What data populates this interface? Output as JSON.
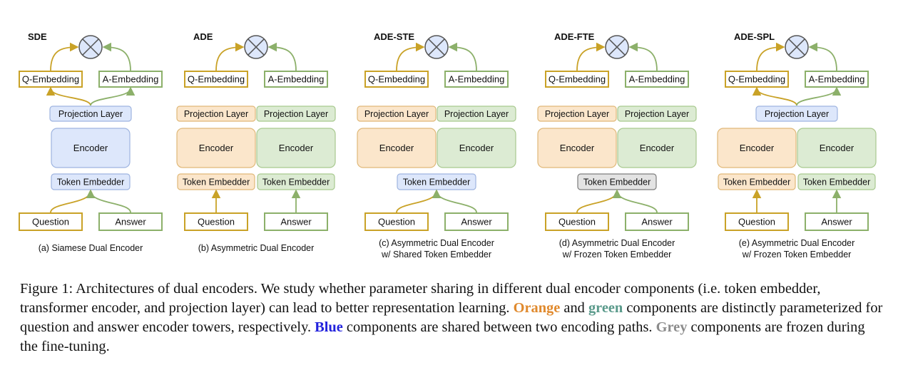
{
  "labels": {
    "q_emb": "Q-Embedding",
    "a_emb": "A-Embedding",
    "proj": "Projection Layer",
    "encoder": "Encoder",
    "token": "Token Embedder",
    "question": "Question",
    "answer": "Answer"
  },
  "colors": {
    "gold_border": "#c9a227",
    "green_border": "#8cb06a",
    "orange_fill": "#fbe6cb",
    "orange_border": "#e0b878",
    "green_fill": "#dcebd3",
    "green_border_soft": "#a8c98e",
    "blue_fill": "#dde7fb",
    "blue_border": "#9eb4e0",
    "grey_fill": "#e3e3e3",
    "grey_border": "#7d7d7d"
  },
  "panels": [
    {
      "id": "sde",
      "title": "SDE",
      "caption": [
        "(a) Siamese Dual Encoder"
      ],
      "proj": "shared",
      "encoder": "shared",
      "token": "shared"
    },
    {
      "id": "ade",
      "title": "ADE",
      "caption": [
        "(b) Asymmetric Dual Encoder"
      ],
      "proj": "split",
      "encoder": "split",
      "token": "split"
    },
    {
      "id": "ade-ste",
      "title": "ADE-STE",
      "caption": [
        "(c) Asymmetric Dual Encoder",
        "w/ Shared Token Embedder"
      ],
      "proj": "split",
      "encoder": "split",
      "token": "shared"
    },
    {
      "id": "ade-fte",
      "title": "ADE-FTE",
      "caption": [
        "(d) Asymmetric Dual Encoder",
        "w/ Frozen Token Embedder"
      ],
      "proj": "split",
      "encoder": "split",
      "token": "frozen"
    },
    {
      "id": "ade-spl",
      "title": "ADE-SPL",
      "caption": [
        "(e) Asymmetric Dual Encoder",
        "w/ Frozen Token Embedder"
      ],
      "proj": "shared",
      "encoder": "split",
      "token": "split"
    }
  ],
  "figure_caption": {
    "label": "Figure 1:",
    "part1": " Architectures of dual encoders. We study whether parameter sharing in different dual encoder components (i.e. token embedder, transformer encoder, and projection layer) can lead to better representation learning. ",
    "orange": "Orange",
    "part2": " and ",
    "green": "green",
    "part3": " components are distinctly parameterized for question and answer encoder towers, respectively. ",
    "blue": "Blue",
    "part4": " components are shared between two encoding paths. ",
    "grey": "Grey",
    "part5": " components are frozen during the fine-tuning."
  }
}
